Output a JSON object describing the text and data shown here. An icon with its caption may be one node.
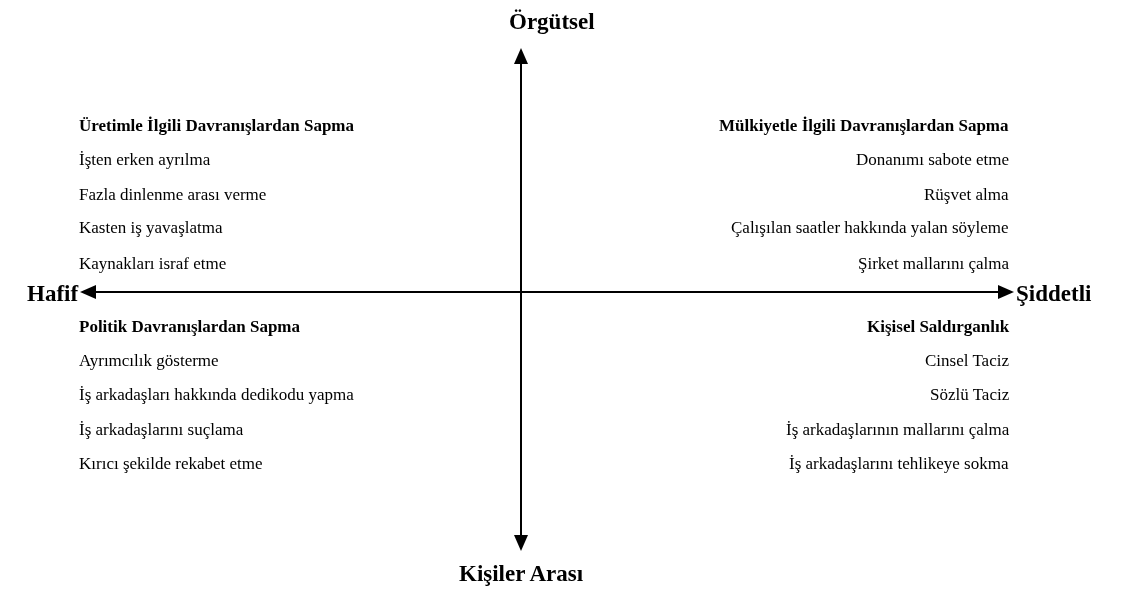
{
  "diagram": {
    "labels": [
      "Örgütsel",
      "Üretimle İlgili Davranışlardan Sapma",
      "İşten erken ayrılma",
      "Fazla dinlenme arası verme",
      "Kasten iş yavaşlatma",
      "Kaynakları israf etme",
      "Mülkiyetle İlgili Davranışlardan Sapma",
      "Donanımı sabote etme",
      "Rüşvet alma",
      "Çalışılan saatler hakkında yalan söyleme",
      "Şirket mallarını çalma",
      "Hafif",
      "Şiddetli",
      "Politik Davranışlardan Sapma",
      "Ayrımcılık gösterme",
      "İş arkadaşları hakkında dedikodu yapma",
      "İş arkadaşlarını suçlama",
      "Kırıcı şekilde rekabet etme",
      "Kişisel Saldırganlık",
      "Cinsel Taciz",
      "Sözlü Taciz",
      "İş arkadaşlarının mallarını çalma",
      "İş arkadaşlarını tehlikeye sokma",
      "Kişiler Arası"
    ]
  }
}
